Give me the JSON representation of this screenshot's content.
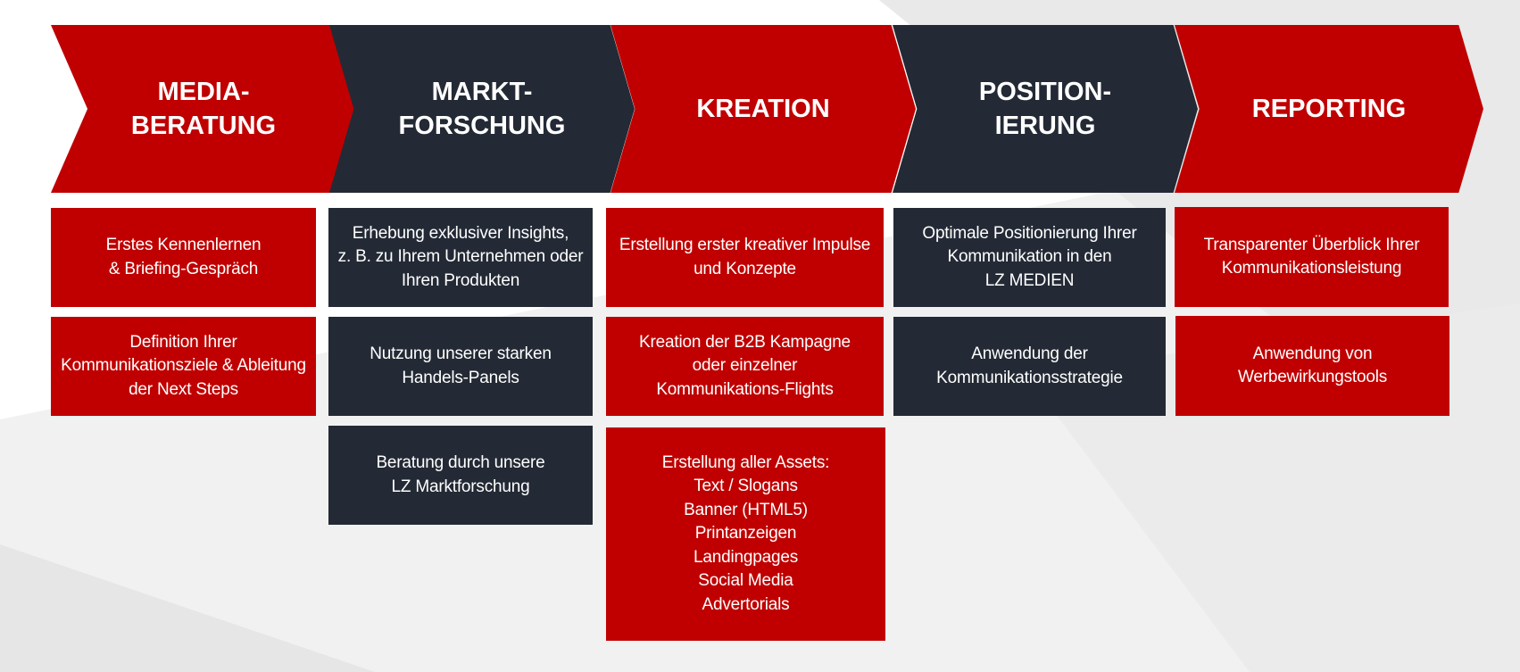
{
  "colors": {
    "red": "#c00000",
    "dark": "#232a35",
    "text": "#ffffff"
  },
  "columns": [
    {
      "title": "MEDIA-\nBERATUNG",
      "color": "red",
      "boxes": [
        "Erstes Kennenlernen\n& Briefing-Gespräch",
        "Definition Ihrer\nKommunikationsziele & Ableitung\nder Next Steps"
      ]
    },
    {
      "title": "MARKT-\nFORSCHUNG",
      "color": "dark",
      "boxes": [
        "Erhebung exklusiver Insights,\nz. B. zu Ihrem Unternehmen oder\nIhren Produkten",
        "Nutzung unserer starken\nHandels-Panels",
        "Beratung durch unsere\nLZ Marktforschung"
      ]
    },
    {
      "title": "KREATION",
      "color": "red",
      "boxes": [
        "Erstellung erster kreativer Impulse\nund Konzepte",
        "Kreation der B2B Kampagne\noder einzelner\nKommunikations-Flights",
        "Erstellung aller Assets:\nText / Slogans\nBanner (HTML5)\nPrintanzeigen\nLandingpages\nSocial Media\nAdvertorials"
      ]
    },
    {
      "title": "POSITION-\nIERUNG",
      "color": "dark",
      "boxes": [
        "Optimale Positionierung Ihrer\nKommunikation in den\nLZ MEDIEN",
        "Anwendung der\nKommunikationsstrategie"
      ]
    },
    {
      "title": "REPORTING",
      "color": "red",
      "boxes": [
        "Transparenter Überblick Ihrer\nKommunikationsleistung",
        "Anwendung von\nWerbewirkungstools"
      ]
    }
  ]
}
